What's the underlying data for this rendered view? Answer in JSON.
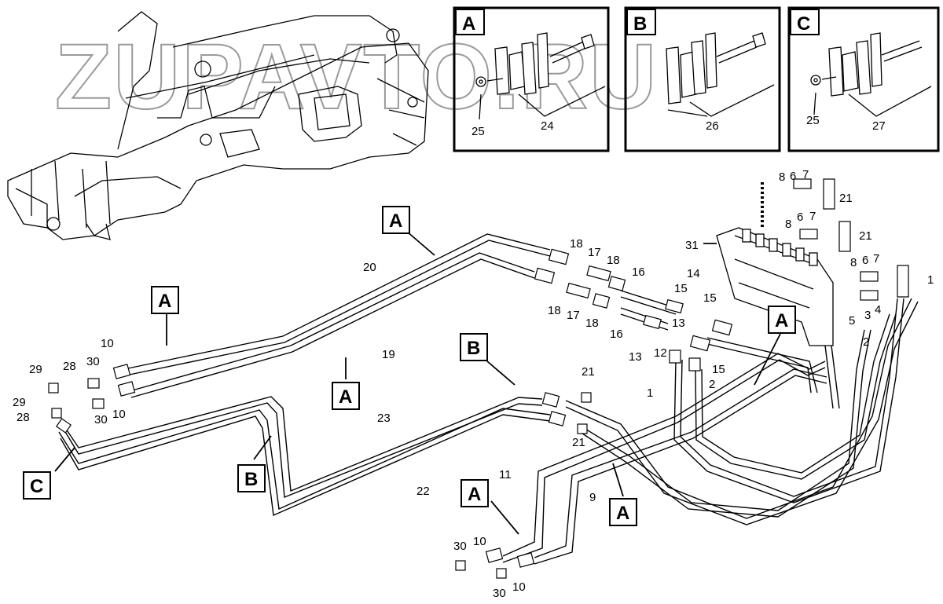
{
  "watermark": "ZUPAVTO.RU",
  "detail_boxes": [
    {
      "letter": "A",
      "parts": [
        "25",
        "24"
      ]
    },
    {
      "letter": "B",
      "parts": [
        "26"
      ]
    },
    {
      "letter": "C",
      "parts": [
        "25",
        "27"
      ]
    }
  ],
  "callout_labels": {
    "a1": "A",
    "a2": "A",
    "a3": "A",
    "a4": "A",
    "a5": "A",
    "a6": "A",
    "b1": "B",
    "b2": "B",
    "c1": "C"
  },
  "part_numbers": {
    "p1a": "1",
    "p1b": "1",
    "p2a": "2",
    "p2b": "2",
    "p3": "3",
    "p4": "4",
    "p5": "5",
    "p6a": "6",
    "p6b": "6",
    "p6c": "6",
    "p7a": "7",
    "p7b": "7",
    "p7c": "7",
    "p8a": "8",
    "p8b": "8",
    "p8c": "8",
    "p9": "9",
    "p10a": "10",
    "p10b": "10",
    "p10c": "10",
    "p10d": "10",
    "p11": "11",
    "p12": "12",
    "p13a": "13",
    "p13b": "13",
    "p14": "14",
    "p15a": "15",
    "p15b": "15",
    "p15c": "15",
    "p16a": "16",
    "p16b": "16",
    "p17a": "17",
    "p17b": "17",
    "p18a": "18",
    "p18b": "18",
    "p18c": "18",
    "p18d": "18",
    "p19": "19",
    "p20": "20",
    "p21a": "21",
    "p21b": "21",
    "p21c": "21",
    "p21d": "21",
    "p22": "22",
    "p23": "23",
    "p28a": "28",
    "p28b": "28",
    "p29a": "29",
    "p29b": "29",
    "p30a": "30",
    "p30b": "30",
    "p30c": "30",
    "p30d": "30",
    "p31": "31"
  }
}
